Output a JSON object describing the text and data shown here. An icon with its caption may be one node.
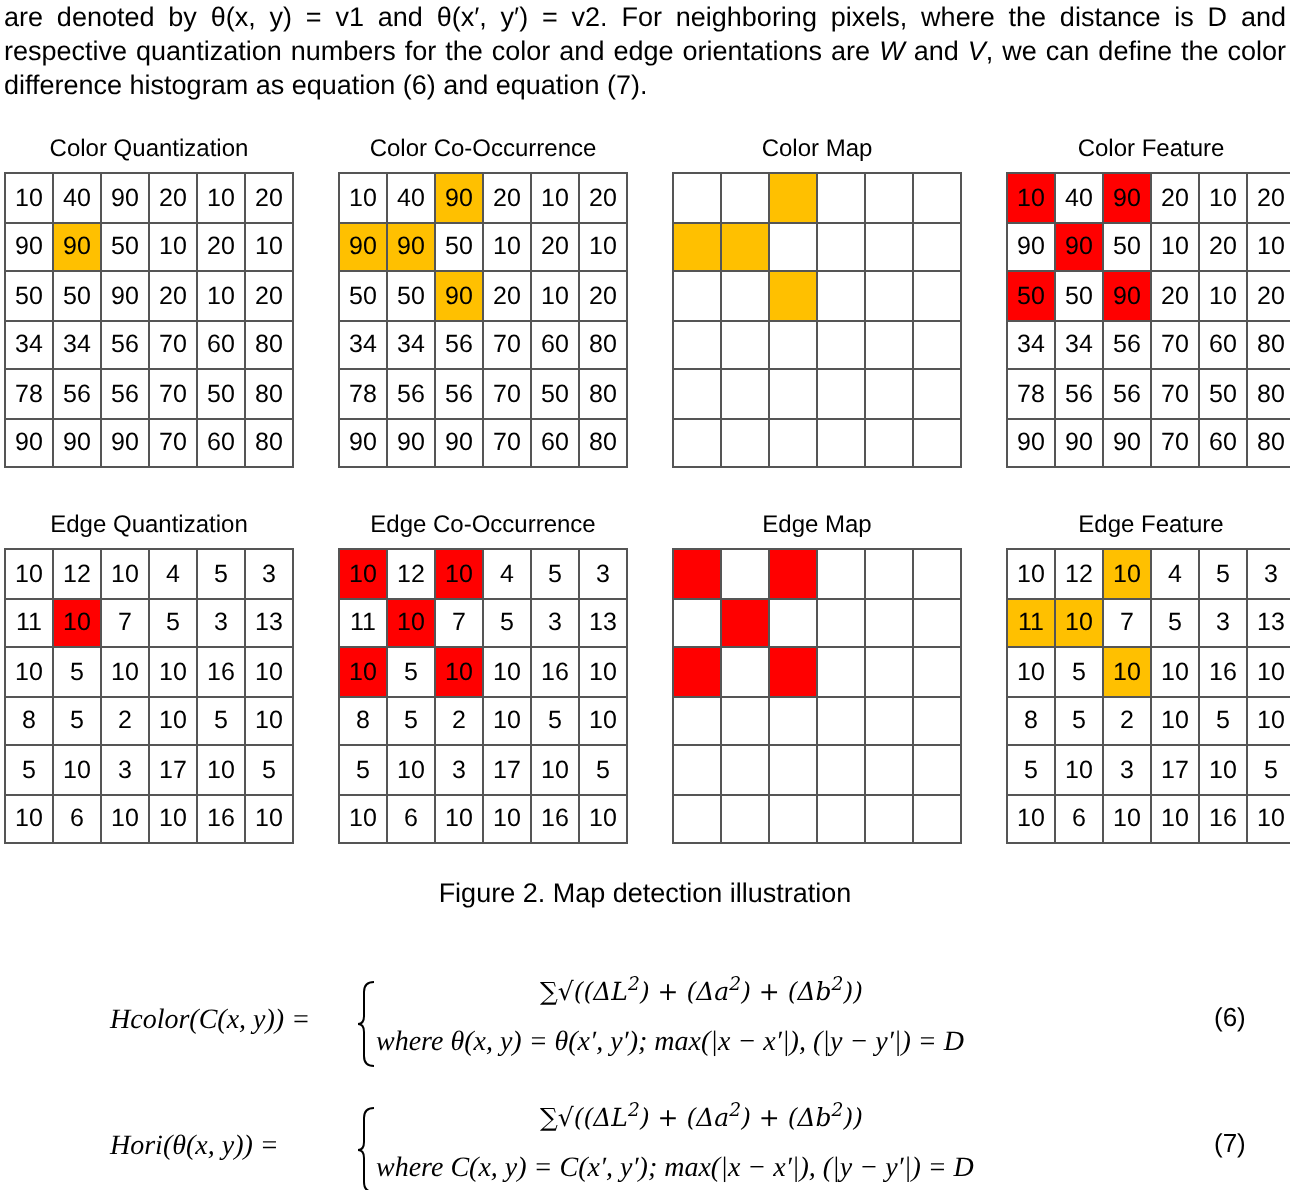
{
  "diagram": {
    "caption": "Figure 2. Map detection illustration",
    "nodes": [
      {
        "text": [
          "Color Quantization"
        ]
      },
      {
        "text": [
          "Color Co-Occurrence"
        ]
      },
      {
        "text": [
          "Color Map"
        ]
      },
      {
        "text": [
          "Color Feature"
        ]
      },
      {
        "text": [
          "Edge Quantization"
        ]
      },
      {
        "text": [
          "Edge Co-Occurrence"
        ]
      },
      {
        "text": [
          "Edge Map"
        ]
      },
      {
        "text": [
          "Edge Feature"
        ]
      }
    ],
    "labels": [
      "are denoted by θ(x, y) = v1 and θ(x′, y′) = v2. For neighboring pixels, where the distance is D and respective quantization numbers for the color and edge orientations are *W* and *V*, we can define the color difference histogram as equation (6) and equation (7).",
      "10",
      "40",
      "90",
      "20",
      "10",
      "20",
      "90",
      "90",
      "50",
      "10",
      "20",
      "10",
      "50",
      "50",
      "90",
      "20",
      "10",
      "20",
      "34",
      "34",
      "56",
      "70",
      "60",
      "80",
      "78",
      "56",
      "56",
      "70",
      "50",
      "80",
      "90",
      "90",
      "90",
      "70",
      "60",
      "80",
      "10",
      "40",
      "90",
      "20",
      "10",
      "20",
      "90",
      "90",
      "50",
      "10",
      "20",
      "10",
      "50",
      "50",
      "90",
      "20",
      "10",
      "20",
      "34",
      "34",
      "56",
      "70",
      "60",
      "80",
      "78",
      "56",
      "56",
      "70",
      "50",
      "80",
      "90",
      "90",
      "90",
      "70",
      "60",
      "80",
      "10",
      "40",
      "90",
      "20",
      "10",
      "20",
      "90",
      "90",
      "50",
      "10",
      "20",
      "10",
      "50",
      "50",
      "90",
      "20",
      "10",
      "20",
      "34",
      "34",
      "56",
      "70",
      "60",
      "80",
      "78",
      "56",
      "56",
      "70",
      "50",
      "80",
      "90",
      "90",
      "90",
      "70",
      "60",
      "80",
      "10",
      "12",
      "10",
      "4",
      "5",
      "3",
      "11",
      "10",
      "7",
      "5",
      "3",
      "13",
      "10",
      "5",
      "10",
      "10",
      "16",
      "10",
      "8",
      "5",
      "2",
      "10",
      "5",
      "10",
      "5",
      "10",
      "3",
      "17",
      "10",
      "5",
      "10",
      "6",
      "10",
      "10",
      "16",
      "10",
      "10",
      "12",
      "10",
      "4",
      "5",
      "3",
      "11",
      "10",
      "7",
      "5",
      "3",
      "13",
      "10",
      "5",
      "10",
      "10",
      "16",
      "10",
      "8",
      "5",
      "2",
      "10",
      "5",
      "10",
      "5",
      "10",
      "3",
      "17",
      "10",
      "5",
      "10",
      "6",
      "10",
      "10",
      "16",
      "10",
      "10",
      "12",
      "10",
      "4",
      "5",
      "3",
      "11",
      "10",
      "7",
      "5",
      "3",
      "13",
      "10",
      "5",
      "10",
      "10",
      "16",
      "10",
      "8",
      "5",
      "2",
      "10",
      "5",
      "10",
      "5",
      "10",
      "3",
      "17",
      "10",
      "5",
      "10",
      "6",
      "10",
      "10",
      "16",
      "10",
      "Hcolor(C(x, y)) =",
      "∑√((ΔL$^{2}$) + (Δa$^{2}$) + (Δb$^{2}$))",
      "where θ(x, y) = θ(x′, y′); max(|x − x′|), (|y − y′|) = D",
      "(6)",
      "Hori(θ(x, y)) =",
      "∑√((ΔL$^{2}$) + (Δa$^{2}$) + (Δb$^{2}$))",
      "where C(x, y) =  C(x′, y′); max(|x − x′|), (|y − y′|) = D",
      "(7)"
    ]
  }
}
